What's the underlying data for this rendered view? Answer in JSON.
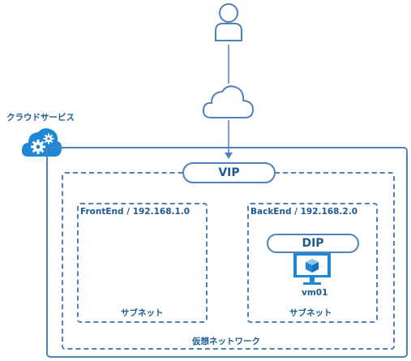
{
  "cloud_service": {
    "label": "クラウドサービス",
    "icon": "cloud-gear-icon"
  },
  "user": {
    "icon": "user-icon"
  },
  "internet": {
    "icon": "cloud-icon"
  },
  "vip": {
    "label": "VIP"
  },
  "virtual_network": {
    "label": "仮想ネットワーク"
  },
  "subnets": [
    {
      "title": "FrontEnd / 192.168.1.0",
      "label": "サブネット"
    },
    {
      "title": "BackEnd / 192.168.2.0",
      "label": "サブネット"
    }
  ],
  "dip": {
    "label": "DIP"
  },
  "vm": {
    "name": "vm01",
    "icon": "monitor-cube-icon"
  },
  "colors": {
    "stroke": "#4f81bd",
    "text": "#1c5a90",
    "accent": "#1e88d8"
  }
}
